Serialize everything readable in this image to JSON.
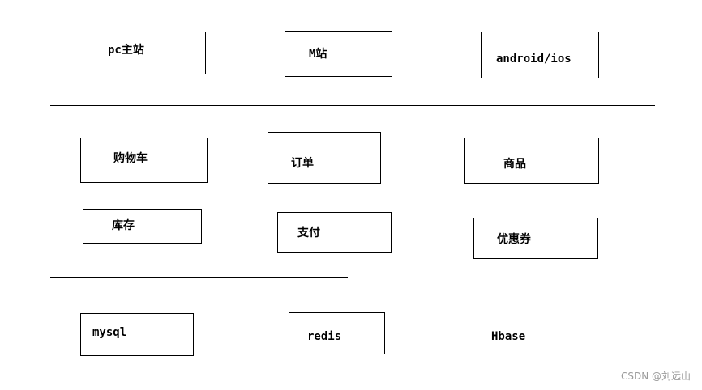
{
  "layers": {
    "client": {
      "boxes": [
        {
          "name": "pc-site-box",
          "label": "pc主站"
        },
        {
          "name": "m-site-box",
          "label": "M站"
        },
        {
          "name": "android-ios-box",
          "label": "android/ios"
        }
      ]
    },
    "service": {
      "boxes": [
        {
          "name": "cart-box",
          "label": "购物车"
        },
        {
          "name": "order-box",
          "label": "订单"
        },
        {
          "name": "product-box",
          "label": "商品"
        },
        {
          "name": "inventory-box",
          "label": "库存"
        },
        {
          "name": "payment-box",
          "label": "支付"
        },
        {
          "name": "coupon-box",
          "label": "优惠券"
        }
      ]
    },
    "storage": {
      "boxes": [
        {
          "name": "mysql-box",
          "label": "mysql"
        },
        {
          "name": "redis-box",
          "label": "redis"
        },
        {
          "name": "hbase-box",
          "label": "Hbase"
        }
      ]
    }
  },
  "watermark": "CSDN @刘远山"
}
